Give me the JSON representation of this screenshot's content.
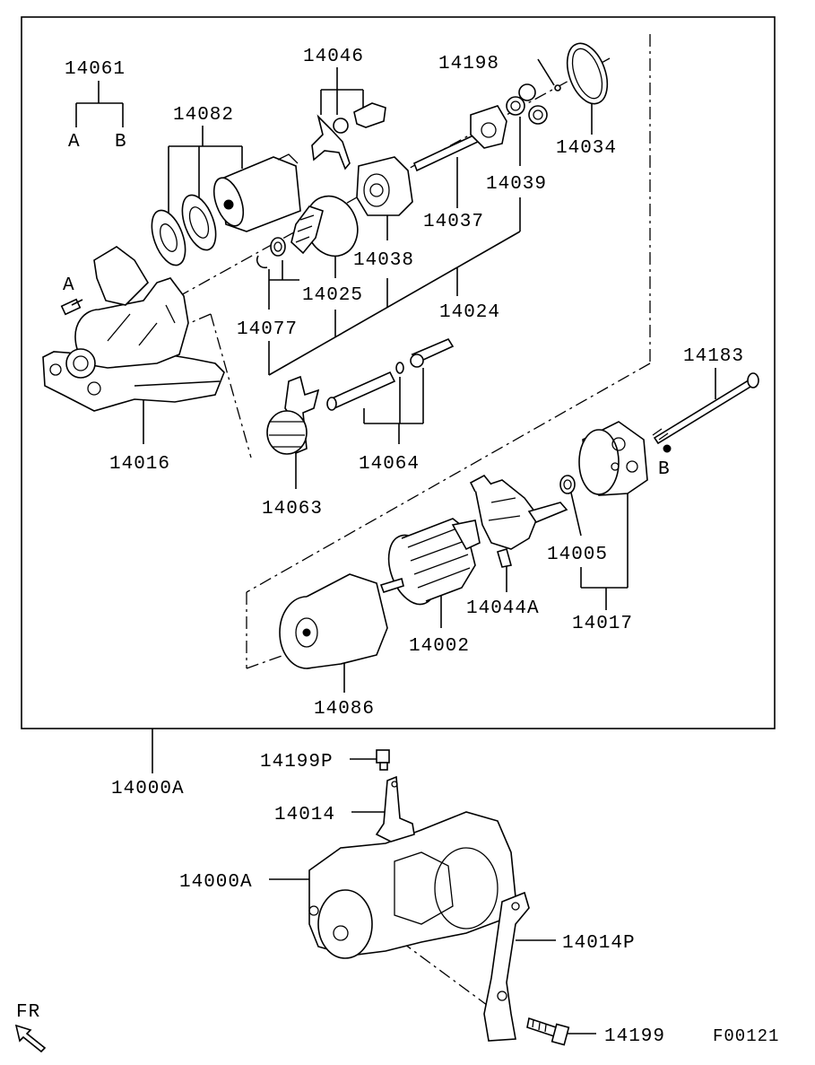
{
  "labels": {
    "p14061": "14061",
    "subA": "A",
    "subB": "B",
    "p14082": "14082",
    "p14046": "14046",
    "p14198": "14198",
    "p14034": "14034",
    "p14039": "14039",
    "p14037": "14037",
    "p14038": "14038",
    "p14025": "14025",
    "p14024": "14024",
    "p14077": "14077",
    "refA": "A",
    "p14016": "14016",
    "p14063": "14063",
    "p14064": "14064",
    "p14183": "14183",
    "refB": "B",
    "p14005": "14005",
    "p14017": "14017",
    "p14044A": "14044A",
    "p14002": "14002",
    "p14086": "14086",
    "p14000A_box": "14000A",
    "p14199P": "14199P",
    "p14014": "14014",
    "p14000A": "14000A",
    "p14014P": "14014P",
    "p14199": "14199",
    "fr": "FR",
    "figure_code": "F00121"
  },
  "icons": {
    "fr_arrow": "front-direction-arrow-icon"
  },
  "colors": {
    "ink": "#000000",
    "paper": "#ffffff"
  }
}
